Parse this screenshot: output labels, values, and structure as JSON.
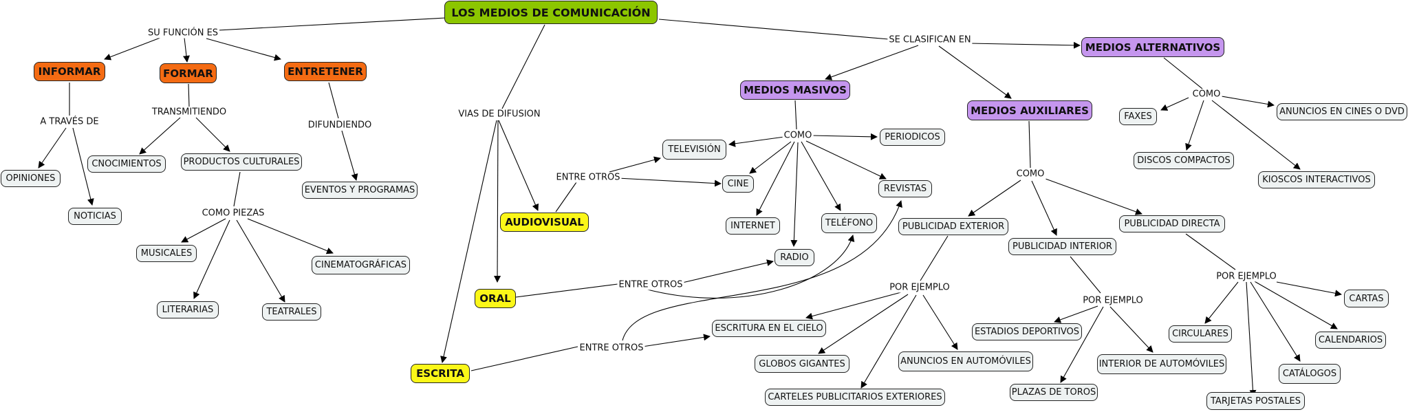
{
  "root": "LOS MEDIOS DE COMUNICACIÓN",
  "links": {
    "su_funcion": "SU FUNCIÓN ES",
    "se_clasifican": "SE CLASIFICAN EN",
    "vias": "VIAS DE DIFUSION",
    "a_traves": "A TRAVÉS DE",
    "transmitiendo": "TRANSMITIENDO",
    "difundiendo": "DIFUNDIENDO",
    "como_piezas": "COMO PIEZAS",
    "como_masivos": "COMO",
    "como_auxiliares": "COMO",
    "como_alternativos": "COMO",
    "entre_audiovisual": "ENTRE OTROS",
    "entre_oral": "ENTRE OTROS",
    "entre_escrita": "ENTRE OTROS",
    "ejemplo_exterior": "POR EJEMPLO",
    "ejemplo_interior": "POR EJEMPLO",
    "ejemplo_directa": "POR EJEMPLO"
  },
  "nodes": {
    "informar": "INFORMAR",
    "formar": "FORMAR",
    "entretener": "ENTRETENER",
    "opiniones": "OPINIONES",
    "noticias": "NOTICIAS",
    "cnocimientos": "CNOCIMIENTOS",
    "productos_culturales": "PRODUCTOS CULTURALES",
    "eventos": "EVENTOS Y PROGRAMAS",
    "musicales": "MUSICALES",
    "literarias": "LITERARIAS",
    "teatrales": "TEATRALES",
    "cinematograficas": "CINEMATOGRÁFICAS",
    "audiovisual": "AUDIOVISUAL",
    "oral": "ORAL",
    "escrita": "ESCRITA",
    "medios_masivos": "MEDIOS MASIVOS",
    "medios_auxiliares": "MEDIOS AUXILIARES",
    "medios_alternativos": "MEDIOS ALTERNATIVOS",
    "television": "TELEVISIÓN",
    "periodicos": "PERIODICOS",
    "cine": "CINE",
    "revistas": "REVISTAS",
    "internet": "INTERNET",
    "telefono": "TELÉFONO",
    "radio": "RADIO",
    "publicidad_exterior": "PUBLICIDAD EXTERIOR",
    "publicidad_interior": "PUBLICIDAD INTERIOR",
    "publicidad_directa": "PUBLICIDAD DIRECTA",
    "escritura_cielo": "ESCRITURA EN EL CIELO",
    "globos": "GLOBOS GIGANTES",
    "carteles": "CARTELES PUBLICITARIOS EXTERIORES",
    "anuncios_auto": "ANUNCIOS EN AUTOMÓVILES",
    "estadios": "ESTADIOS DEPORTIVOS",
    "plazas": "PLAZAS DE TOROS",
    "interior_auto": "INTERIOR DE AUTOMÓVILES",
    "faxes": "FAXES",
    "discos": "DISCOS COMPACTOS",
    "kioscos": "KIOSCOS INTERACTIVOS",
    "anuncios_cines": "ANUNCIOS EN CINES O DVD",
    "circulares": "CIRCULARES",
    "cartas": "CARTAS",
    "calendarios": "CALENDARIOS",
    "catalogos": "CATÁLOGOS",
    "tarjetas": "TARJETAS POSTALES"
  },
  "colors": {
    "root": "#8cc600",
    "orange": "#f46b13",
    "purple": "#c596ee",
    "yellow": "#fbf718",
    "leaf": "#eef2f2"
  }
}
